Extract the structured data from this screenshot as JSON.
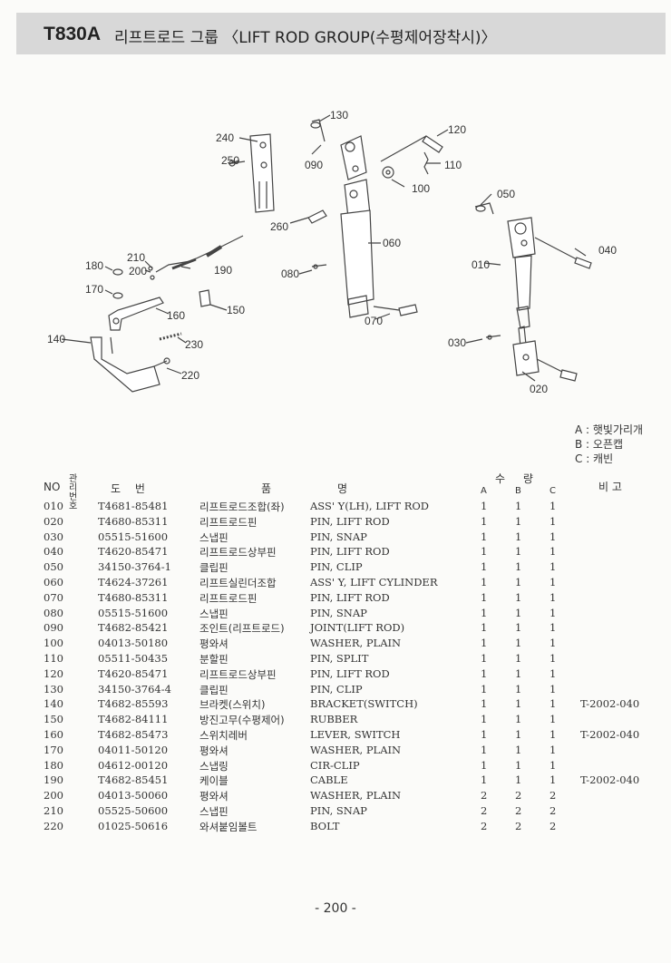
{
  "header": {
    "model": "T830A",
    "title": "리프트로드 그룹 〈LIFT ROD GROUP(수평제어장착시)〉"
  },
  "diagram": {
    "callouts": [
      "130",
      "120",
      "240",
      "250",
      "090",
      "110",
      "100",
      "260",
      "060",
      "050",
      "040",
      "210",
      "180",
      "200",
      "190",
      "010",
      "080",
      "170",
      "150",
      "160",
      "070",
      "140",
      "230",
      "220",
      "030",
      "020"
    ]
  },
  "legend": [
    "A : 햇빛가리개",
    "B : 오픈캡",
    "C : 캐빈"
  ],
  "table_headers": {
    "no": "NO",
    "code": "관리번호",
    "part_no": "도 번",
    "part_name": "품",
    "name2": "명",
    "qty": "수 량",
    "qty_a": "A",
    "qty_b": "B",
    "qty_c": "C",
    "remark": "비 고"
  },
  "rows": [
    {
      "no": "010",
      "part_no": "T4681-85481",
      "kr": "리프트로드조합(좌)",
      "en": "ASS' Y(LH), LIFT ROD",
      "a": "1",
      "b": "1",
      "c": "1",
      "remark": ""
    },
    {
      "no": "020",
      "part_no": "T4680-85311",
      "kr": "리프트로드핀",
      "en": "PIN, LIFT ROD",
      "a": "1",
      "b": "1",
      "c": "1",
      "remark": ""
    },
    {
      "no": "030",
      "part_no": "05515-51600",
      "kr": "스냅핀",
      "en": "PIN, SNAP",
      "a": "1",
      "b": "1",
      "c": "1",
      "remark": ""
    },
    {
      "no": "040",
      "part_no": "T4620-85471",
      "kr": "리프트로드상부핀",
      "en": "PIN, LIFT ROD",
      "a": "1",
      "b": "1",
      "c": "1",
      "remark": ""
    },
    {
      "no": "050",
      "part_no": "34150-3764-1",
      "kr": "클립핀",
      "en": "PIN, CLIP",
      "a": "1",
      "b": "1",
      "c": "1",
      "remark": ""
    },
    {
      "no": "060",
      "part_no": "T4624-37261",
      "kr": "리프트실린더조합",
      "en": "ASS' Y, LIFT CYLINDER",
      "a": "1",
      "b": "1",
      "c": "1",
      "remark": ""
    },
    {
      "no": "070",
      "part_no": "T4680-85311",
      "kr": "리프트로드핀",
      "en": "PIN, LIFT ROD",
      "a": "1",
      "b": "1",
      "c": "1",
      "remark": ""
    },
    {
      "no": "080",
      "part_no": "05515-51600",
      "kr": "스냅핀",
      "en": "PIN, SNAP",
      "a": "1",
      "b": "1",
      "c": "1",
      "remark": ""
    },
    {
      "no": "090",
      "part_no": "T4682-85421",
      "kr": "조인트(리프트로드)",
      "en": "JOINT(LIFT ROD)",
      "a": "1",
      "b": "1",
      "c": "1",
      "remark": ""
    },
    {
      "no": "100",
      "part_no": "04013-50180",
      "kr": "평와셔",
      "en": "WASHER, PLAIN",
      "a": "1",
      "b": "1",
      "c": "1",
      "remark": ""
    },
    {
      "no": "110",
      "part_no": "05511-50435",
      "kr": "분할핀",
      "en": "PIN, SPLIT",
      "a": "1",
      "b": "1",
      "c": "1",
      "remark": ""
    },
    {
      "no": "120",
      "part_no": "T4620-85471",
      "kr": "리프트로드상부핀",
      "en": "PIN, LIFT ROD",
      "a": "1",
      "b": "1",
      "c": "1",
      "remark": ""
    },
    {
      "no": "130",
      "part_no": "34150-3764-4",
      "kr": "클립핀",
      "en": "PIN, CLIP",
      "a": "1",
      "b": "1",
      "c": "1",
      "remark": ""
    },
    {
      "no": "140",
      "part_no": "T4682-85593",
      "kr": "브라켓(스위치)",
      "en": "BRACKET(SWITCH)",
      "a": "1",
      "b": "1",
      "c": "1",
      "remark": "T-2002-040"
    },
    {
      "no": "150",
      "part_no": "T4682-84111",
      "kr": "방진고무(수평제어)",
      "en": "RUBBER",
      "a": "1",
      "b": "1",
      "c": "1",
      "remark": ""
    },
    {
      "no": "160",
      "part_no": "T4682-85473",
      "kr": "스위치레버",
      "en": "LEVER, SWITCH",
      "a": "1",
      "b": "1",
      "c": "1",
      "remark": "T-2002-040"
    },
    {
      "no": "170",
      "part_no": "04011-50120",
      "kr": "평와셔",
      "en": "WASHER, PLAIN",
      "a": "1",
      "b": "1",
      "c": "1",
      "remark": ""
    },
    {
      "no": "180",
      "part_no": "04612-00120",
      "kr": "스냅링",
      "en": "CIR-CLIP",
      "a": "1",
      "b": "1",
      "c": "1",
      "remark": ""
    },
    {
      "no": "190",
      "part_no": "T4682-85451",
      "kr": "케이블",
      "en": "CABLE",
      "a": "1",
      "b": "1",
      "c": "1",
      "remark": "T-2002-040"
    },
    {
      "no": "200",
      "part_no": "04013-50060",
      "kr": "평와셔",
      "en": "WASHER, PLAIN",
      "a": "2",
      "b": "2",
      "c": "2",
      "remark": ""
    },
    {
      "no": "210",
      "part_no": "05525-50600",
      "kr": "스냅핀",
      "en": "PIN, SNAP",
      "a": "2",
      "b": "2",
      "c": "2",
      "remark": ""
    },
    {
      "no": "220",
      "part_no": "01025-50616",
      "kr": "와셔붙임볼트",
      "en": "BOLT",
      "a": "2",
      "b": "2",
      "c": "2",
      "remark": ""
    }
  ],
  "footer": {
    "page": "- 200 -"
  }
}
